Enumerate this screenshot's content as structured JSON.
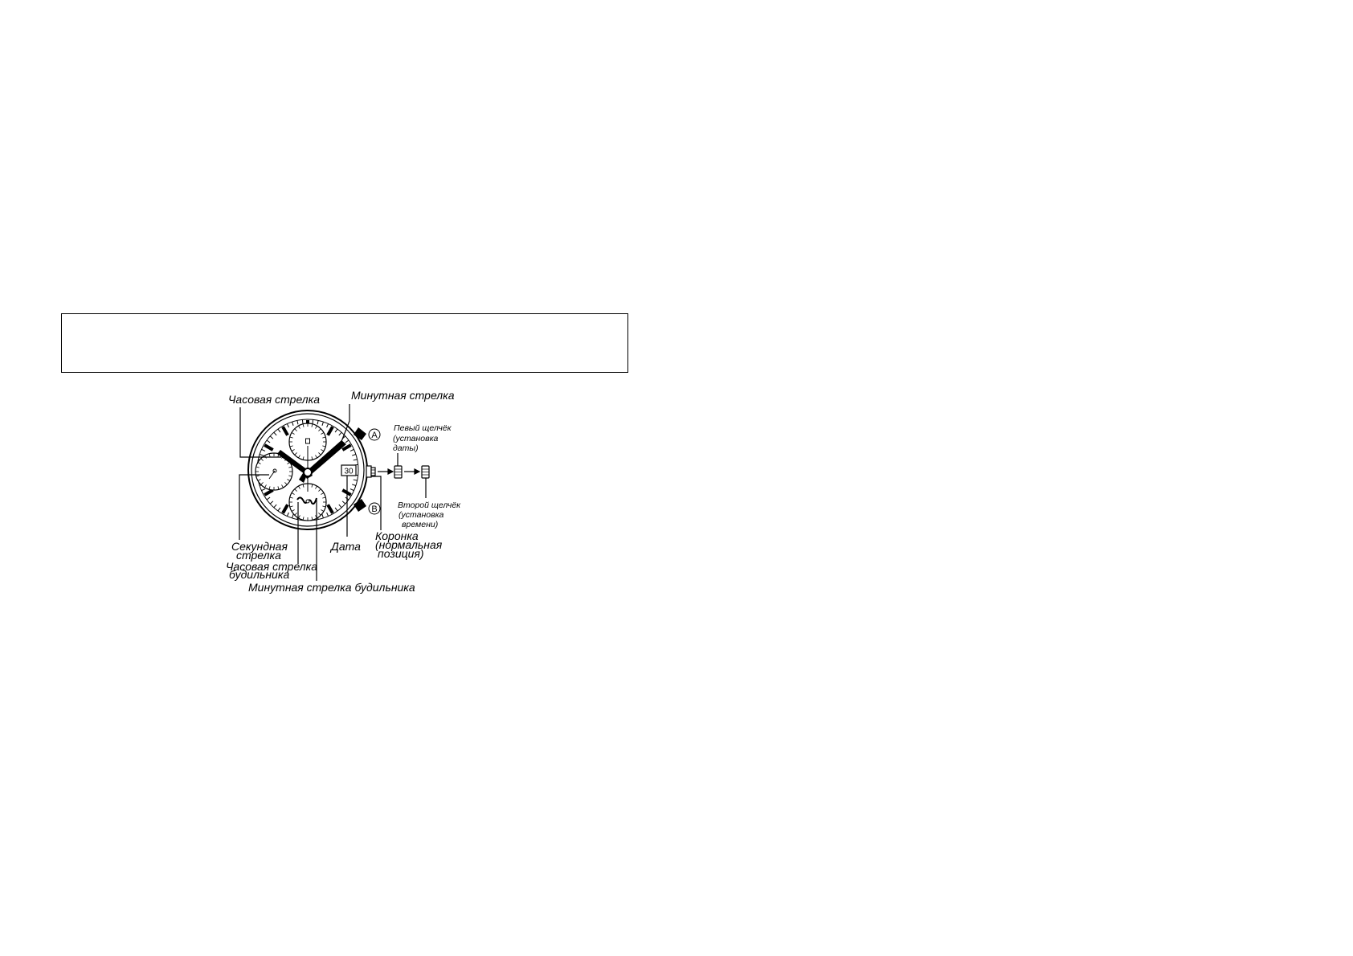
{
  "labels": {
    "hour_hand": "Часовая стрелка",
    "minute_hand": "Минутная стрелка",
    "first_click_1": "Певый щелчёк",
    "first_click_2": "(установка",
    "first_click_3": "даты)",
    "second_click_1": "Второй щелчёк",
    "second_click_2": "(установка",
    "second_click_3": "времени)",
    "second_hand_1": "Секундная",
    "second_hand_2": "стрелка",
    "date": "Дата",
    "crown_1": "Коронка",
    "crown_2": "(нормальная",
    "crown_3": "позиция)",
    "alarm_hour_hand_1": "Часовая стрелка",
    "alarm_hour_hand_2": "будильника",
    "alarm_minute_hand": "Минутная стрелка будильника",
    "button_a": "A",
    "button_b": "B",
    "date_window_value": "30"
  },
  "notice_box": {
    "text": ""
  }
}
